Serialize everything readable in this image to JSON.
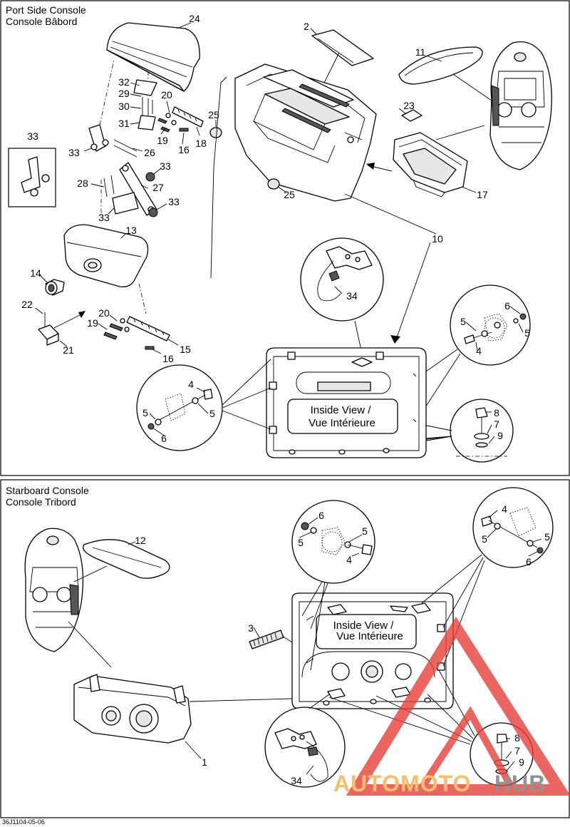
{
  "panels": {
    "port": {
      "title_en": "Port Side Console",
      "title_fr": "Console Bâbord"
    },
    "starboard": {
      "title_en": "Starboard Console",
      "title_fr": "Console Tribord"
    }
  },
  "inside_view": {
    "line1": "Inside View /",
    "line2": "Vue Intérieure"
  },
  "reference_code": "36J1104-05-06",
  "watermark": {
    "part1": "AUTOMOTO",
    "part2": "HUB",
    "color_main": "#f2b14a",
    "color_accent": "#e8403a"
  },
  "callouts": {
    "c1": "1",
    "c2": "2",
    "c3": "3",
    "c4": "4",
    "c5": "5",
    "c6": "6",
    "c7": "7",
    "c8": "8",
    "c9": "9",
    "c10": "10",
    "c11": "11",
    "c12": "12",
    "c13": "13",
    "c14": "14",
    "c15": "15",
    "c16": "16",
    "c17": "17",
    "c18": "18",
    "c19": "19",
    "c20": "20",
    "c21": "21",
    "c22": "22",
    "c23": "23",
    "c24": "24",
    "c25": "25",
    "c26": "26",
    "c27": "27",
    "c28": "28",
    "c29": "29",
    "c30": "30",
    "c31": "31",
    "c32": "32",
    "c33": "33",
    "c34": "34"
  }
}
